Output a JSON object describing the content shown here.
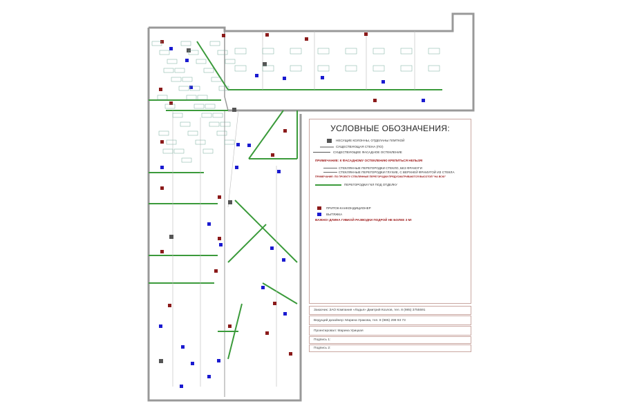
{
  "legend": {
    "title": "УСЛОВНЫЕ ОБОЗНАЧЕНИЯ:",
    "items": [
      "НЕСУЩИЕ КОЛОННЫ, ОТДЕЛАНЫ ПЛИТКОЙ",
      "СУЩЕСТВУЮЩАЯ СТЕНА (ПО)",
      "СУЩЕСТВУЮЩЕЕ ФАСАДНОЕ ОСТЕКЛЕНИЕ",
      "ПРИМЕЧАНИЕ: К ФАСАДНОМУ ОСТЕКЛЕНИЮ КРЕПИТЬСЯ НЕЛЬЗЯ!",
      "СТЕКЛЯННЫЕ ПЕРЕГОРОДКИ СТЕКЛО, БЕЗ ФРАМУГИ",
      "СТЕКЛЯННЫЕ ПЕРЕГОРОДКИ ГЛУХИЕ, С ВЕРХНЕЙ ФРАМУГОЙ ИЗ СТЕКЛА",
      "ПРИМЕЧАНИЕ: ПО ПРОЕКТУ СТЕКЛЯННЫЕ ПЕРЕГОРОДКИ ПРЕДУСМАТРИВАЮТСЯ ВЫСОТОЙ \"НА ВСЮ\"",
      "ПЕРЕГОРОДКИ ГКЛ ПОД ОТДЕЛКУ",
      "ПРИТОК-КАНКОНДИЦИОНЕР",
      "ВЫТЯЖКА",
      "ВАЖНО! ДЛИНА ГИБКОЙ РАЗВОДКИ ПОДРОЙ НЕ БОЛЕЕ 3 М!"
    ]
  },
  "title_block": {
    "customer": "Заказчик: ЗАО Компания «Ладья» Дмитрий Козлов, тел. 8 (985) 3755591",
    "designer": "Ведущий дизайнер: Марина Уракова, тел. 8 (985) 299 93 73",
    "designed_by": "Проектировал: Марина Урицкая",
    "signature1": "Подпись 1:",
    "signature2": "Подпись 2:"
  },
  "colors": {
    "supply": "#8b1a1a",
    "exhaust": "#1a1ad0",
    "column": "#555555",
    "partition": "#3a9a3a",
    "wall": "#999999"
  }
}
